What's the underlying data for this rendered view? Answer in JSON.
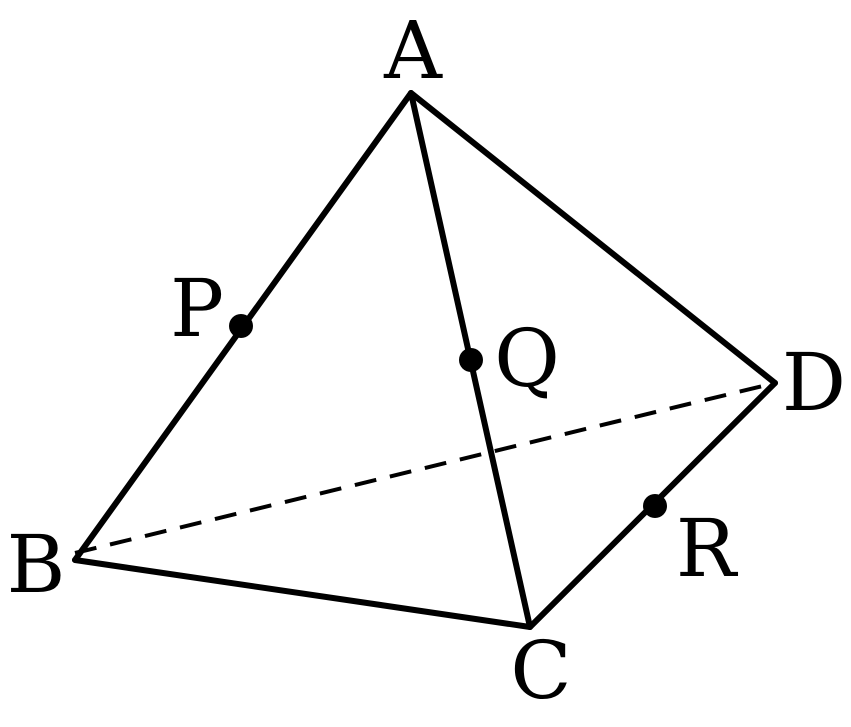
{
  "diagram": {
    "type": "tetrahedron",
    "vertices": {
      "a": "A",
      "b": "B",
      "c": "C",
      "d": "D"
    },
    "points": {
      "p": "P",
      "q": "Q",
      "r": "R"
    },
    "edges": [
      {
        "from": "A",
        "to": "B",
        "style": "solid"
      },
      {
        "from": "A",
        "to": "C",
        "style": "solid"
      },
      {
        "from": "A",
        "to": "D",
        "style": "solid"
      },
      {
        "from": "B",
        "to": "C",
        "style": "solid"
      },
      {
        "from": "C",
        "to": "D",
        "style": "solid"
      },
      {
        "from": "B",
        "to": "D",
        "style": "dashed"
      }
    ],
    "point_on_edge": {
      "P": "AB",
      "Q": "AC",
      "R": "CD"
    }
  }
}
